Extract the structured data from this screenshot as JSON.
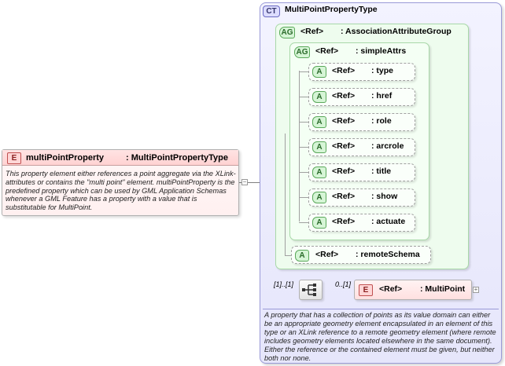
{
  "element": {
    "tag": "E",
    "name": "multiPointProperty",
    "type": ": MultiPointPropertyType",
    "documentation": "This property element either references a point aggregate via the XLink-attributes or contains the \"multi point\" element. multiPointProperty is the predefined property which can be used by GML Application Schemas whenever a GML Feature has a property with a value that is substitutable for MultiPoint."
  },
  "complex_type": {
    "tag": "CT",
    "name": "MultiPointPropertyType",
    "documentation": "A property that has a collection of points as its value domain can either be an appropriate geometry element encapsulated in an element of this type or an XLink reference to a remote geometry element (where remote includes geometry elements located elsewhere in the same document). Either the reference or the contained element must be given, but neither both nor none."
  },
  "attribute_group_outer": {
    "tag": "AG",
    "ref": "<Ref>",
    "name": ": AssociationAttributeGroup"
  },
  "attribute_group_inner": {
    "tag": "AG",
    "ref": "<Ref>",
    "name": ": simpleAttrs"
  },
  "attributes": [
    {
      "tag": "A",
      "ref": "<Ref>",
      "name": ": type"
    },
    {
      "tag": "A",
      "ref": "<Ref>",
      "name": ": href"
    },
    {
      "tag": "A",
      "ref": "<Ref>",
      "name": ": role"
    },
    {
      "tag": "A",
      "ref": "<Ref>",
      "name": ": arcrole"
    },
    {
      "tag": "A",
      "ref": "<Ref>",
      "name": ": title"
    },
    {
      "tag": "A",
      "ref": "<Ref>",
      "name": ": show"
    },
    {
      "tag": "A",
      "ref": "<Ref>",
      "name": ": actuate"
    }
  ],
  "remote_schema": {
    "tag": "A",
    "ref": "<Ref>",
    "name": ": remoteSchema"
  },
  "sequence": {
    "multiplicity": "[1]..[1]"
  },
  "ref_element": {
    "tag": "E",
    "ref": "<Ref>",
    "name": ": MultiPoint",
    "multiplicity": "0..[1]"
  },
  "colors": {
    "complex_type_border": "#9a9ad8",
    "attribute_green": "#5aa85a",
    "element_red": "#c05050"
  }
}
